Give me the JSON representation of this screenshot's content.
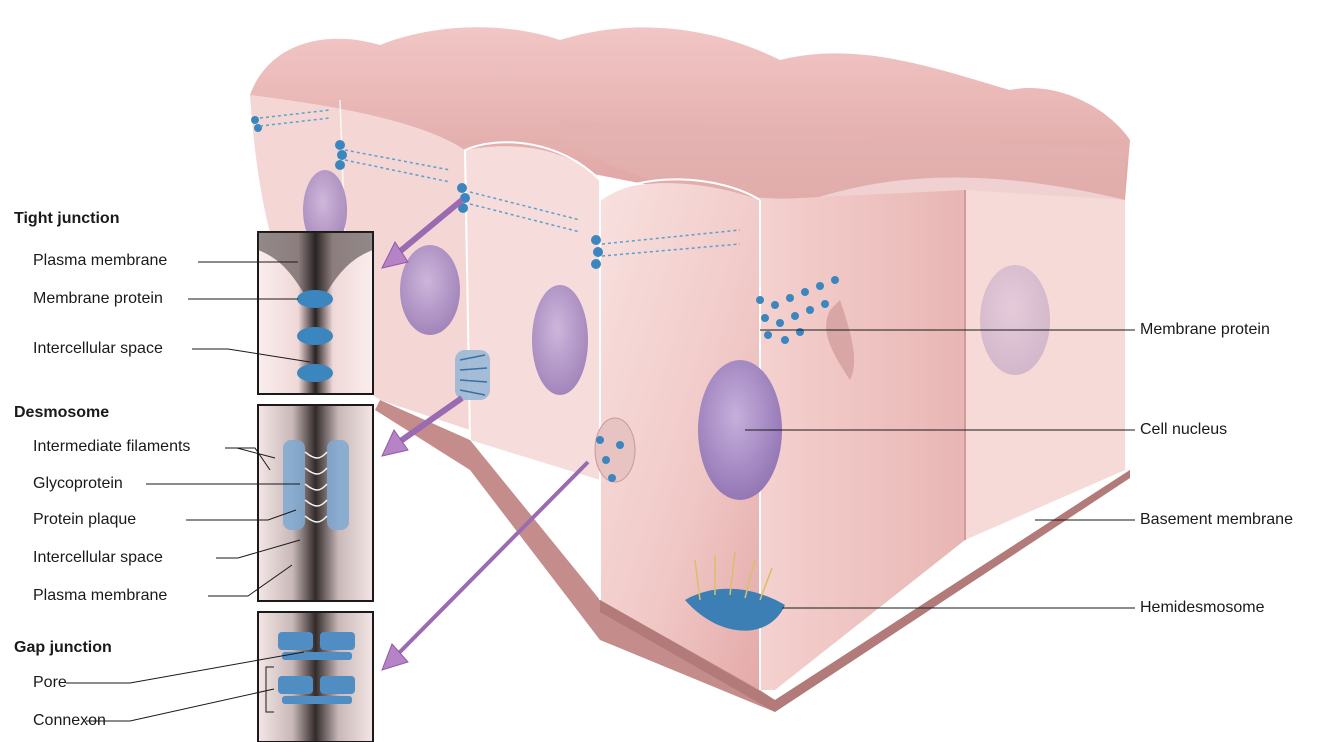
{
  "sections": {
    "tight_junction": {
      "title": "Tight  junction",
      "labels": [
        "Plasma membrane",
        "Membrane protein",
        "Intercellular space"
      ]
    },
    "desmosome": {
      "title": "Desmosome",
      "labels": [
        "Intermediate filaments",
        "Glycoprotein",
        "Protein plaque",
        "Intercellular space",
        "Plasma membrane"
      ]
    },
    "gap_junction": {
      "title": "Gap junction",
      "labels": [
        "Pore",
        "Connexon"
      ]
    }
  },
  "right_labels": [
    "Membrane protein",
    "Cell nucleus",
    "Basement  membrane",
    "Hemidesmosome"
  ],
  "colors": {
    "tissue": "#e9b7b4",
    "tissue_dark": "#cf8f8e",
    "nucleus": "#a88cc4",
    "protein": "#3c86bf",
    "arrow": "#b583c6",
    "inset_dark": "#2a2424"
  }
}
